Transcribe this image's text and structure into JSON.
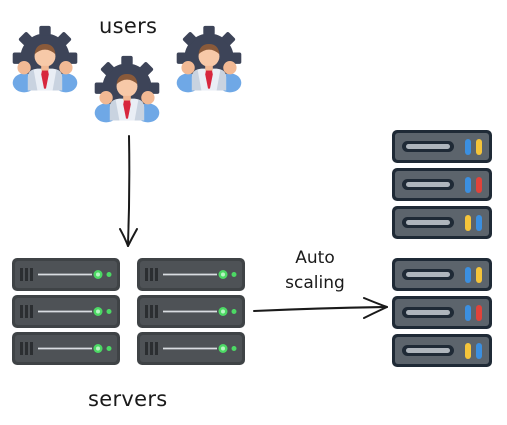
{
  "labels": {
    "users": "users",
    "servers": "servers",
    "auto_line1": "Auto",
    "auto_line2": "scaling"
  },
  "colors": {
    "gear": "#3d4458",
    "face": "#f7c9a8",
    "hair": "#8a5a3a",
    "shirt_blue": "#6fa8e6",
    "tie": "#d7263d",
    "server_dark": "#3f4346",
    "server_light": "#55595d",
    "server_blue_outline": "#1f2a36",
    "server_blue_face": "#5c646c",
    "led_green": "#4cd964",
    "led_blue": "#3b8fe0",
    "led_yellow": "#f5c43a",
    "led_red": "#e0433b"
  },
  "icons": {
    "user": "user-gear-icon",
    "server": "server-rack-icon",
    "arrow": "hand-drawn-arrow"
  }
}
